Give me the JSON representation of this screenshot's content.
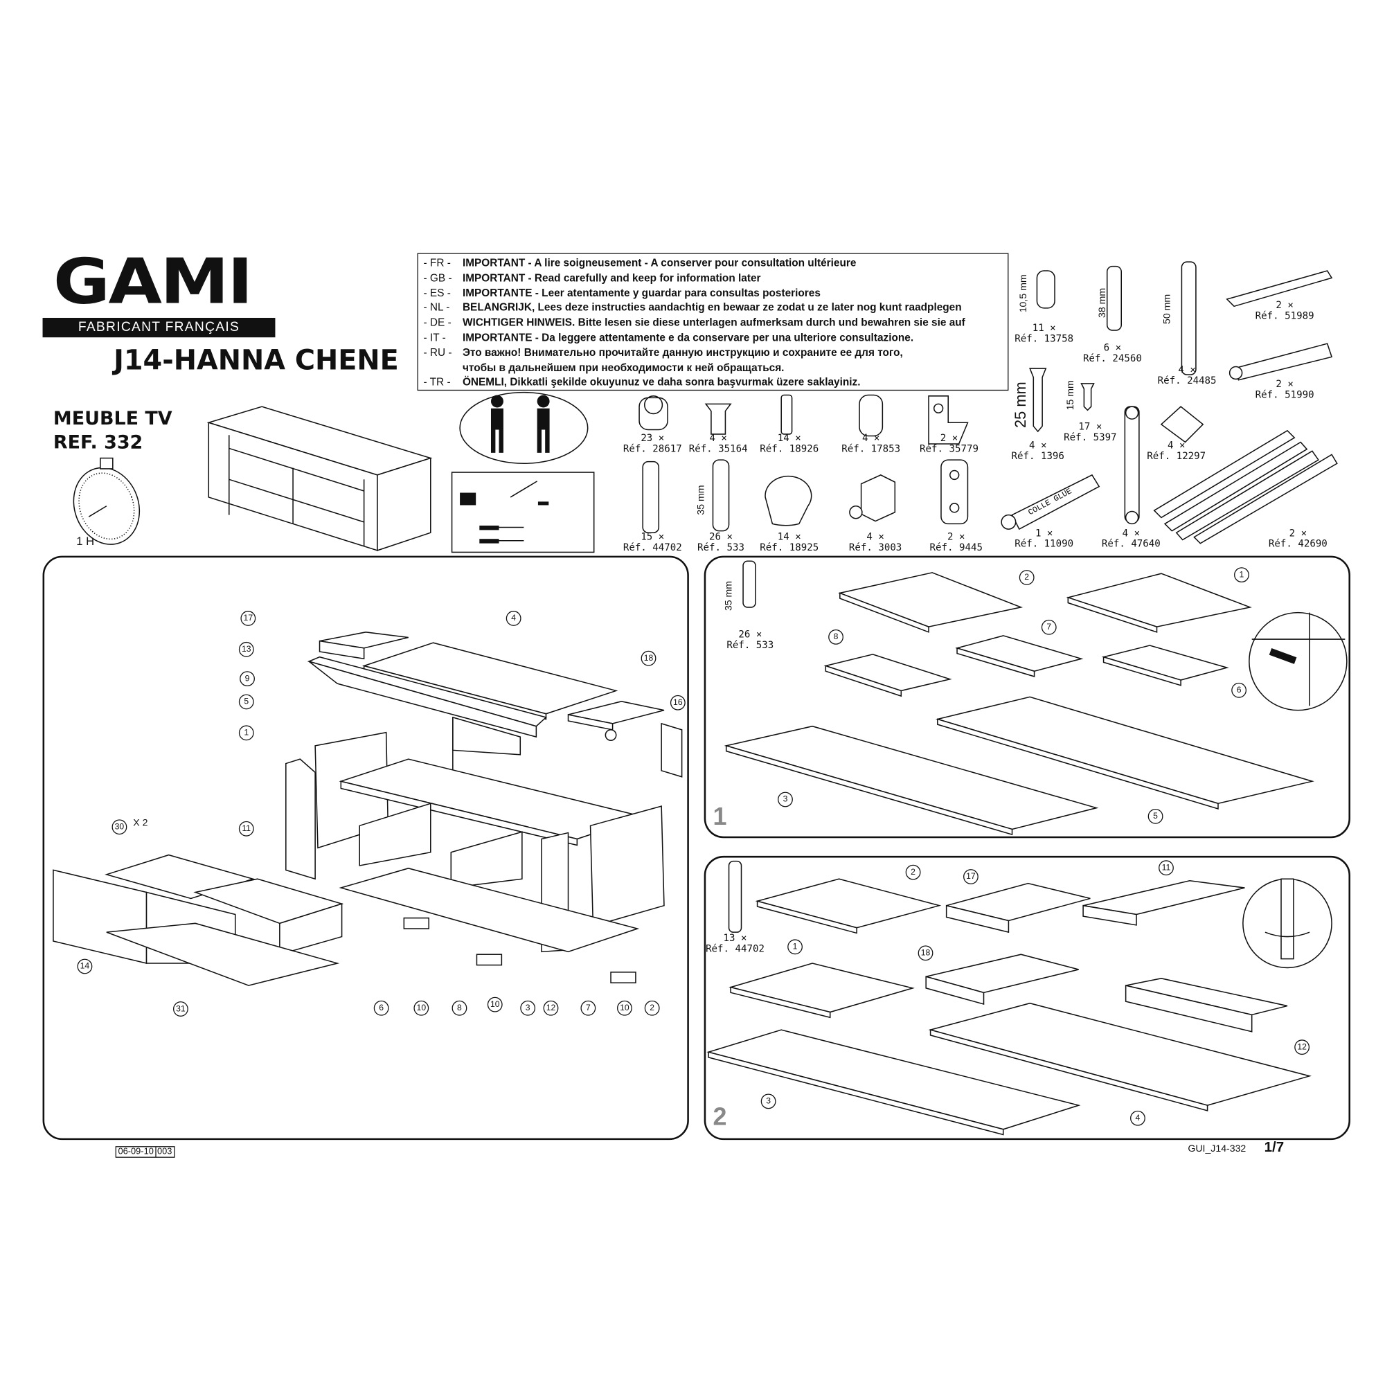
{
  "brand": {
    "logo": "GAMI",
    "tagline": "FABRICANT FRANÇAIS"
  },
  "product": {
    "title": "J14-HANNA CHENE",
    "type": "MEUBLE TV",
    "ref": "REF. 332",
    "time": "1 H"
  },
  "notice": [
    {
      "code": "- FR -",
      "text": "IMPORTANT - A lire soigneusement - A conserver pour consultation ultérieure"
    },
    {
      "code": "- GB -",
      "text": "IMPORTANT - Read carefully and keep for information later"
    },
    {
      "code": "- ES -",
      "text": "IMPORTANTE - Leer atentamente y guardar para consultas posteriores"
    },
    {
      "code": "- NL -",
      "text": "BELANGRIJK, Lees deze instructies aandachtig en bewaar ze zodat u ze later nog kunt raadplegen"
    },
    {
      "code": "- DE -",
      "text": "WICHTIGER HINWEIS. Bitte lesen sie diese unterlagen aufmerksam durch und bewahren sie sie auf"
    },
    {
      "code": "-  IT -",
      "text": "IMPORTANTE - Da leggere attentamente e da conservare per una ulteriore consultazione."
    },
    {
      "code": "- RU -",
      "text": "Это важно! Внимательно прочитайте данную инструкцию и сохраните ее для того,"
    },
    {
      "code": "",
      "text": "чтобы в дальнейшем при необходимости к ней обращаться."
    },
    {
      "code": "- TR -",
      "text": "ÖNEMLI, Dikkatli şekilde okuyunuz ve daha sonra başvurmak üzere saklayiniz."
    }
  ],
  "hardware": [
    {
      "qty": "23 ×",
      "ref": "Réf. 28617"
    },
    {
      "qty": "4 ×",
      "ref": "Réf. 35164"
    },
    {
      "qty": "14 ×",
      "ref": "Réf. 18926"
    },
    {
      "qty": "4 ×",
      "ref": "Réf. 17853"
    },
    {
      "qty": "2 ×",
      "ref": "Réf. 35779"
    },
    {
      "qty": "15 ×",
      "ref": "Réf. 44702"
    },
    {
      "qty": "26 ×",
      "ref": "Réf. 533"
    },
    {
      "qty": "14 ×",
      "ref": "Réf. 18925"
    },
    {
      "qty": "4 ×",
      "ref": "Réf. 3003"
    },
    {
      "qty": "2 ×",
      "ref": "Réf. 9445"
    },
    {
      "qty": "11 ×",
      "ref": "Réf. 13758"
    },
    {
      "qty": "6 ×",
      "ref": "Réf. 24560"
    },
    {
      "qty": "4 ×",
      "ref": "Réf. 24485"
    },
    {
      "qty": "2 ×",
      "ref": "Réf. 51989"
    },
    {
      "qty": "2 ×",
      "ref": "Réf. 51990"
    },
    {
      "qty": "4 ×",
      "ref": "Réf. 1396"
    },
    {
      "qty": "17 ×",
      "ref": "Réf. 5397"
    },
    {
      "qty": "4 ×",
      "ref": "Réf. 12297"
    },
    {
      "qty": "1 ×",
      "ref": "Réf. 11090"
    },
    {
      "qty": "4 ×",
      "ref": "Réf. 47640"
    },
    {
      "qty": "2 ×",
      "ref": "Réf. 42690"
    }
  ],
  "dimensions": {
    "d105": "10,5 mm",
    "d38": "38 mm",
    "d50": "50 mm",
    "d25": "25 mm",
    "d15": "15 mm",
    "d35": "35 mm"
  },
  "glue_label": "COLLE GLUE",
  "overview": {
    "callouts": [
      "17",
      "4",
      "13",
      "18",
      "9",
      "5",
      "16",
      "1",
      "11",
      "30",
      "14",
      "31",
      "6",
      "10",
      "8",
      "10",
      "3",
      "12",
      "7",
      "10",
      "2"
    ],
    "multiplier": "X 2"
  },
  "step1": {
    "number": "1",
    "hw_qty": "26 ×",
    "hw_ref": "Réf. 533",
    "dim": "35 mm",
    "callouts": [
      "2",
      "1",
      "7",
      "8",
      "6",
      "3",
      "5"
    ]
  },
  "step2": {
    "number": "2",
    "hw_qty": "13 ×",
    "hw_ref": "Réf. 44702",
    "callouts": [
      "2",
      "17",
      "11",
      "1",
      "18",
      "12",
      "3",
      "4"
    ]
  },
  "footer": {
    "date": "06-09-10",
    "rev": "003",
    "doc": "GUI_J14-332",
    "page": "1/7"
  }
}
